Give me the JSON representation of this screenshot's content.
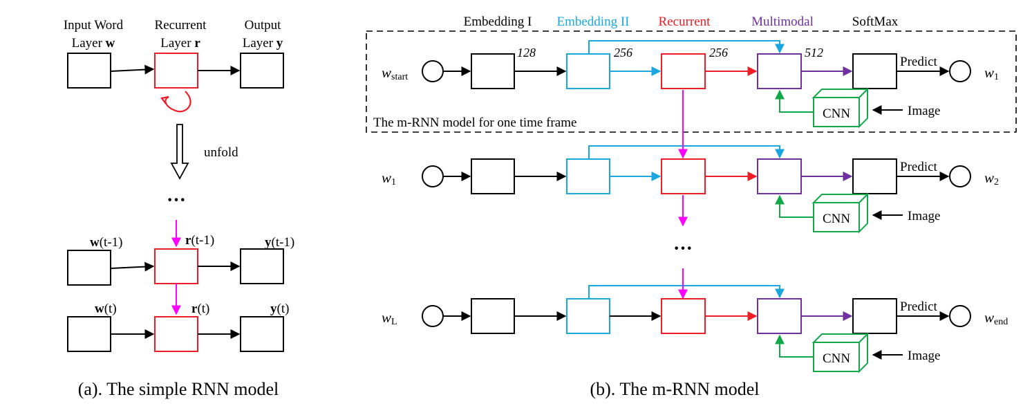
{
  "colors": {
    "black": "#000000",
    "embedding2": "#1aa7e0",
    "recurrent": "#ee1c24",
    "multimodal": "#7030a0",
    "cnn": "#12a84a",
    "magenta": "#ff00ff",
    "dashed": "#000000"
  },
  "left": {
    "input_label_1": "Input Word",
    "input_label_2": "Layer ",
    "input_label_bold": "w",
    "recurrent_label_1": "Recurrent",
    "recurrent_label_2": "Layer ",
    "recurrent_label_bold": "r",
    "output_label_1": "Output",
    "output_label_2": "Layer ",
    "output_label_bold": "y",
    "unfold": "unfold",
    "dots": "···",
    "w_prev_bold": "w",
    "w_prev_rest": "(t-1)",
    "r_prev_bold": "r",
    "r_prev_rest": "(t-1)",
    "y_prev_bold": "y",
    "y_prev_rest": "(t-1)",
    "w_t_bold": "w",
    "w_t_rest": "(t)",
    "r_t_bold": "r",
    "r_t_rest": "(t)",
    "y_t_bold": "y",
    "y_t_rest": "(t)",
    "caption": "(a). The simple RNN model"
  },
  "right": {
    "header_embedding1": "Embedding I",
    "header_embedding2": "Embedding II",
    "header_recurrent": "Recurrent",
    "header_multimodal": "Multimodal",
    "header_softmax": "SoftMax",
    "dim_128": "128",
    "dim_256a": "256",
    "dim_256b": "256",
    "dim_512": "512",
    "frame_label": "The m-RNN model for one time frame",
    "dots": "···",
    "rows": [
      {
        "in_main": "w",
        "in_sub": "start",
        "out_main": "w",
        "out_sub": "1",
        "predict": "Predict",
        "cnn": "CNN",
        "image": "Image"
      },
      {
        "in_main": "w",
        "in_sub": "1",
        "out_main": "w",
        "out_sub": "2",
        "predict": "Predict",
        "cnn": "CNN",
        "image": "Image"
      },
      {
        "in_main": "w",
        "in_sub": "L",
        "out_main": "w",
        "out_sub": "end",
        "predict": "Predict",
        "cnn": "CNN",
        "image": "Image"
      }
    ],
    "caption": "(b). The m-RNN model"
  }
}
